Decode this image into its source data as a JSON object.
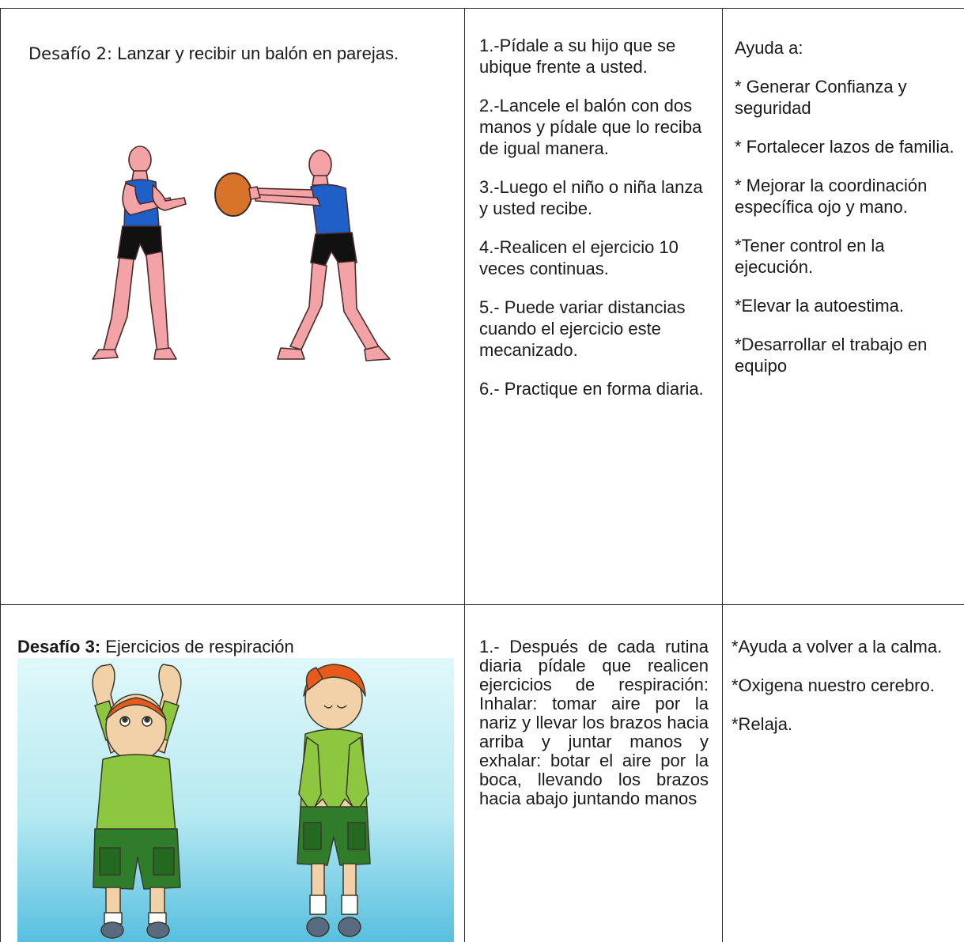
{
  "row1": {
    "title_label": "Desafío 2:",
    "title_text": " Lanzar y recibir un balón en parejas.",
    "illustration_icon": "ball-throw-illustration-icon",
    "steps": [
      "1.-Pídale a su hijo que se ubique frente a usted.",
      "2.-Lancele el balón con dos manos y pídale que lo reciba de igual manera.",
      "3.-Luego el niño o niña lanza y usted recibe.",
      "4.-Realicen el ejercicio 10 veces continuas.",
      "5.- Puede variar distancias cuando el ejercicio este mecanizado.",
      "6.- Practique en forma diaria."
    ],
    "benefits_intro": "Ayuda a:",
    "benefits": [
      "* Generar Confianza y seguridad",
      "* Fortalecer lazos de familia.",
      "*  Mejorar la coordinación específica ojo y mano.",
      "*Tener control en la ejecución.",
      "*Elevar la autoestima.",
      "*Desarrollar el trabajo en equipo"
    ]
  },
  "row2": {
    "title_label": "Desafío 3:",
    "title_text": " Ejercicios de respiración",
    "illustration_icon": "breathing-kids-illustration-icon",
    "instructions": "1.- Después de cada rutina diaria pídale que realicen ejercicios de respiración: Inhalar: tomar aire por la nariz y llevar los brazos hacia arriba y juntar manos y exhalar: botar el aire por la boca, llevando los brazos hacia abajo juntando manos",
    "benefits": [
      "*Ayuda a volver a la calma.",
      "*Oxigena nuestro cerebro.",
      "*Relaja."
    ]
  },
  "colors": {
    "border": "#2a2a2a",
    "shirt_blue": "#1f5fc8",
    "skin": "#f3a3a6",
    "ball": "#d8742a",
    "kid_shirt": "#8dc63f",
    "kid_shorts": "#2f7d2a",
    "kid_hair": "#e8591c",
    "sky_top": "#dff8fa",
    "sky_bottom": "#58bfe0"
  }
}
